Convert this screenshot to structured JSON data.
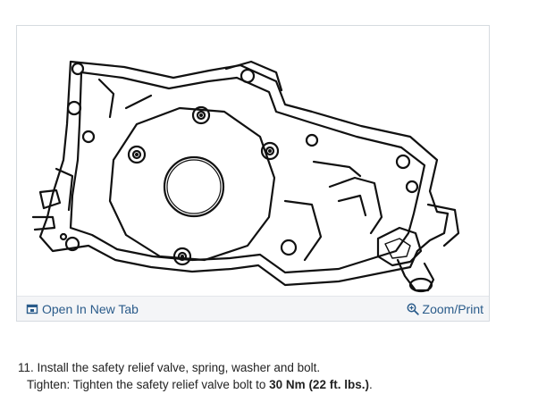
{
  "figure": {
    "toolbar": {
      "open_new_tab_label": "Open In New Tab",
      "zoom_print_label": "Zoom/Print"
    }
  },
  "step": {
    "number_text": "11. ",
    "instruction": "Install the safety relief valve, spring, washer and bolt.",
    "tighten_prefix": "Tighten: Tighten the safety relief valve bolt to ",
    "torque_metric": "30 Nm",
    "torque_imperial": " (22 ft. lbs.)",
    "tighten_suffix": "."
  },
  "colors": {
    "link": "#2a5b8a",
    "toolbar_bg": "#f4f5f7",
    "card_border": "#d6dbe0",
    "text": "#222222"
  },
  "icons": {
    "open_tab": "open-new-tab-icon",
    "zoom": "magnifier-plus-icon"
  }
}
